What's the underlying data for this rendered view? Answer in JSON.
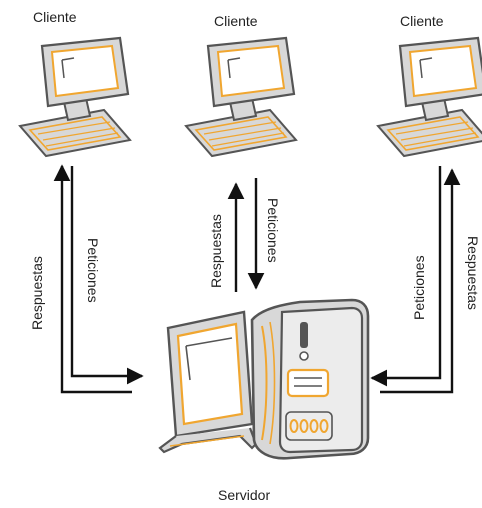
{
  "labels": {
    "client_left": "Cliente",
    "client_center": "Cliente",
    "client_right": "Cliente",
    "server": "Servidor",
    "left_responses": "Respuestas",
    "left_requests": "Peticiones",
    "center_responses": "Respuestas",
    "center_requests": "Peticiones",
    "right_requests": "Peticiones",
    "right_responses": "Respuestas"
  },
  "colors": {
    "accent": "#f0a630",
    "outline": "#555555",
    "device_fill": "#d8d8d8",
    "screen_fill": "#ffffff",
    "arrow": "#111111",
    "text": "#222222"
  },
  "icons": {
    "client": "desktop-computer-icon",
    "server": "server-tower-icon"
  }
}
